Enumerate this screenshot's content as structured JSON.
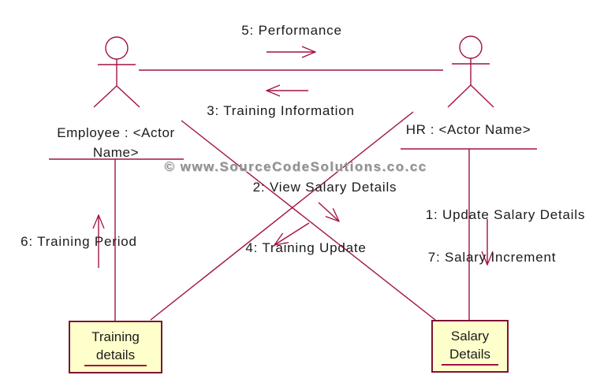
{
  "watermark": "© www.SourceCodeSolutions.co.cc",
  "colors": {
    "line": "#A21240",
    "border": "#7D1434",
    "fill": "#FFFFCC",
    "text": "#1B1B1B",
    "watermark": "#8F8F8F"
  },
  "actors": {
    "employee": {
      "name_line1": "Employee : <Actor",
      "name_line2": "Name>"
    },
    "hr": {
      "name": "HR : <Actor Name>"
    }
  },
  "objects": {
    "training": {
      "line1": "Training",
      "line2": "details"
    },
    "salary": {
      "line1": "Salary",
      "line2": "Details"
    }
  },
  "messages": {
    "m1": {
      "label": "1: Update Salary Details"
    },
    "m2": {
      "label": "2: View Salary Details"
    },
    "m3": {
      "label": "3: Training Information"
    },
    "m4": {
      "label": "4: Training Update"
    },
    "m5": {
      "label": "5: Performance"
    },
    "m6": {
      "label": "6: Training Period"
    },
    "m7": {
      "label": "7: Salary Increment"
    }
  }
}
